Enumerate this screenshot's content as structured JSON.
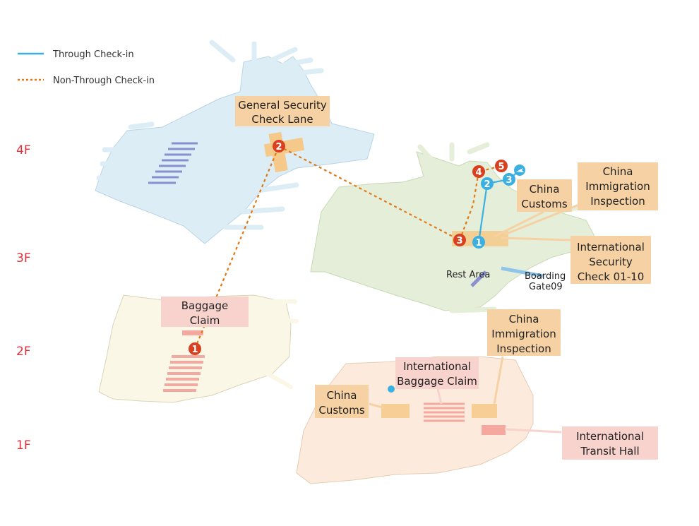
{
  "legend": {
    "through_label": "Through Check-in",
    "non_through_label": "Non-Through Check-in"
  },
  "floors": {
    "f4": "4F",
    "f3": "3F",
    "f2": "2F",
    "f1": "1F"
  },
  "labels": {
    "general_security_1": "General Security",
    "general_security_2": "Check Lane",
    "china_customs_3f_1": "China",
    "china_customs_3f_2": "Customs",
    "immigration_3f_1": "China",
    "immigration_3f_2": "Immigration",
    "immigration_3f_3": "Inspection",
    "intl_security_1": "International",
    "intl_security_2": "Security",
    "intl_security_3": "Check 01-10",
    "rest_area": "Rest Area",
    "boarding_1": "Boarding",
    "boarding_2": "Gate09",
    "baggage_claim_1": "Baggage",
    "baggage_claim_2": "Claim",
    "immigration_1f_1": "China",
    "immigration_1f_2": "Immigration",
    "immigration_1f_3": "Inspection",
    "intl_baggage_1": "International",
    "intl_baggage_2": "Baggage Claim",
    "china_customs_1f_1": "China",
    "china_customs_1f_2": "Customs",
    "transit_hall_1": "International",
    "transit_hall_2": "Transit Hall"
  },
  "markers": {
    "m1_red": "1",
    "m2_red": "2",
    "m3_red": "3",
    "m4_red": "4",
    "m5_red": "5",
    "m1_blue": "1",
    "m2_blue": "2",
    "m3_blue": "3"
  },
  "colors": {
    "through": "#3ab0e2",
    "non_through": "#e07a18",
    "marker_red": "#d9401f",
    "floor_label": "#e0303a"
  }
}
